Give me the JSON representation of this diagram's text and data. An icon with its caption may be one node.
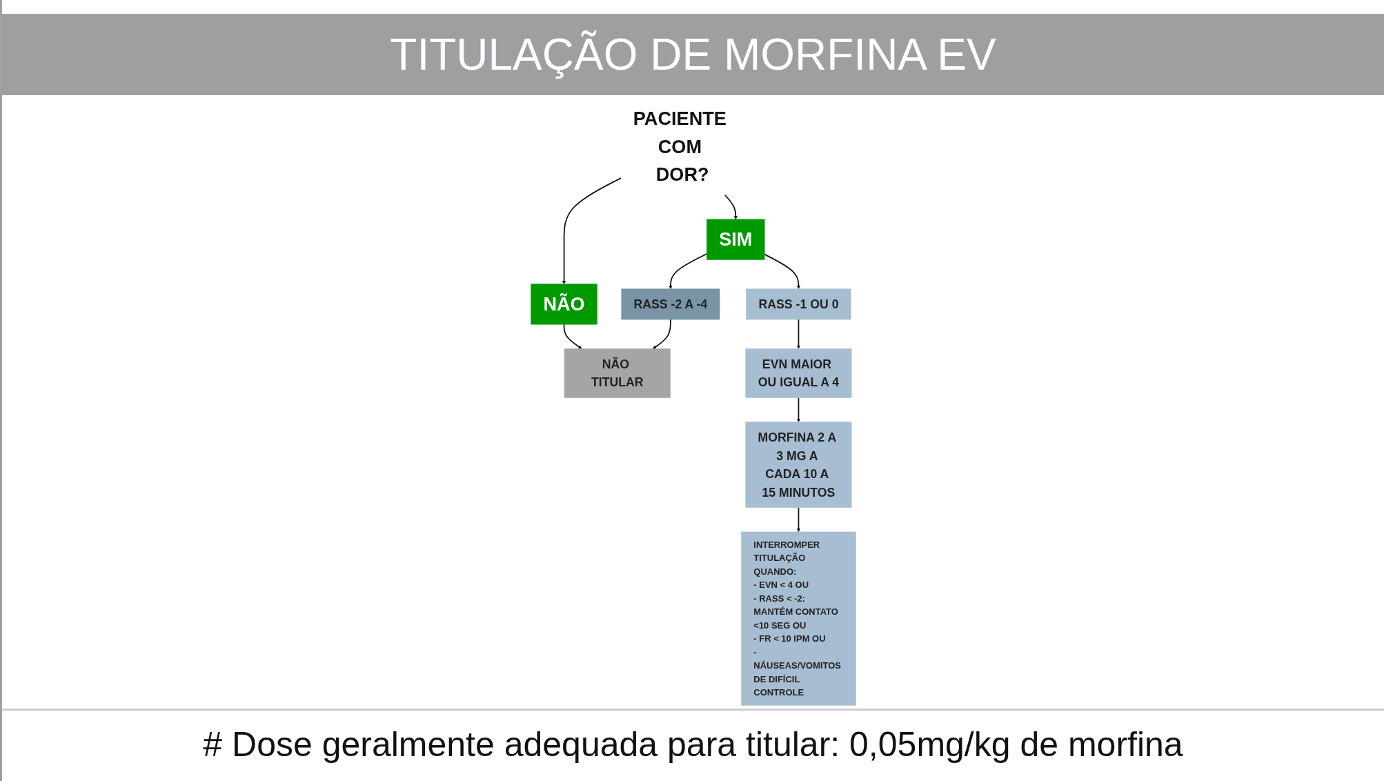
{
  "diagram": {
    "title": "TITULAÇÃO DE MORFINA EV",
    "caption": "# Dose geralmente adequada para titular: 0,05mg/kg de morfina",
    "nodes": [
      {
        "text": [
          "PACIENTE COM DOR?"
        ]
      },
      {
        "text": [
          "SIM"
        ]
      },
      {
        "text": [
          "NÃO"
        ]
      },
      {
        "text": [
          "RASS -1 OU 0"
        ]
      },
      {
        "text": [
          "RASS -2 A -4"
        ]
      },
      {
        "text": [
          "NÃO TITULAR"
        ]
      },
      {
        "text": [
          "EVN MAIOR OU IGUAL A 4"
        ]
      },
      {
        "text": [
          "MORFINA 2 A 3 MG A CADA 10 A 15 MINUTOS"
        ]
      },
      {
        "text": [
          "INTERROMPER TITULAÇÃO QUANDO:",
          "- EVN < 4 OU",
          "- RASS < -2: MANTÉM CONTATO <10 SEG OU",
          "- FR < 10 IPM OU",
          "- NÁUSEAS/VOMITOS DE DIFÍCIL CONTROLE"
        ]
      }
    ],
    "edges": [
      {
        "from": 0,
        "to": 1,
        "arrow": "to"
      },
      {
        "from": 0,
        "to": 2,
        "arrow": "to"
      },
      {
        "from": 1,
        "to": 3,
        "arrow": "to"
      },
      {
        "from": 1,
        "to": 4,
        "arrow": "to"
      },
      {
        "from": 2,
        "to": 5,
        "arrow": "to"
      },
      {
        "from": 4,
        "to": 5,
        "arrow": "to"
      },
      {
        "from": 3,
        "to": 6,
        "arrow": "to"
      },
      {
        "from": 6,
        "to": 7,
        "arrow": "to"
      },
      {
        "from": 7,
        "to": 8,
        "arrow": "to"
      }
    ]
  }
}
